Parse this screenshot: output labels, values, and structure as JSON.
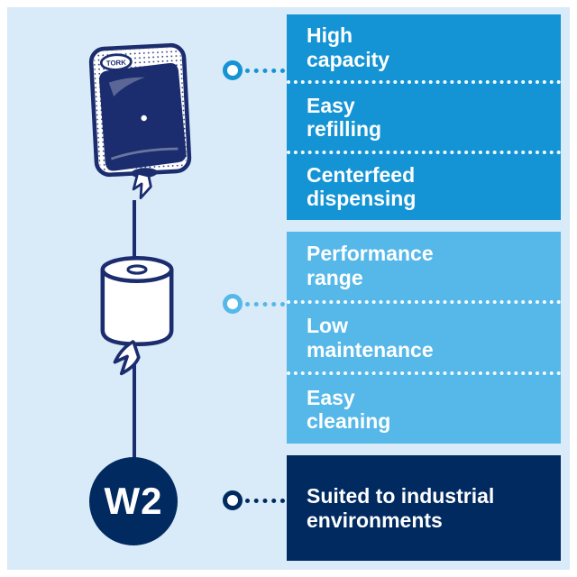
{
  "canvas": {
    "background_color": "#d9eaf8",
    "frame_color": "#ffffff",
    "ink_color": "#1b2d6e"
  },
  "illustration": {
    "brand": "TORK",
    "badge_label": "W2"
  },
  "panels": [
    {
      "name": "top",
      "color": "#1494d4",
      "items": [
        "High\ncapacity",
        "Easy\nrefilling",
        "Centerfeed\ndispensing"
      ]
    },
    {
      "name": "middle",
      "color": "#55b8e9",
      "items": [
        "Performance\nrange",
        "Low\nmaintenance",
        "Easy\ncleaning"
      ]
    },
    {
      "name": "bottom",
      "color": "#002a60",
      "items": [
        "Suited to industrial\nenvironments"
      ]
    }
  ],
  "connectors": [
    {
      "target": "top-panel",
      "color": "#1494d4"
    },
    {
      "target": "middle-panel",
      "color": "#55b8e9"
    },
    {
      "target": "bottom-panel",
      "color": "#002a60"
    }
  ]
}
